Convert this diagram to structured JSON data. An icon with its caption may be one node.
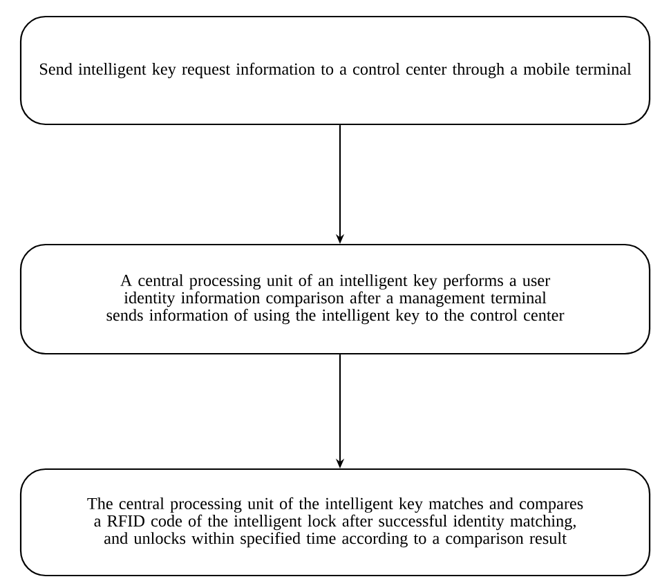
{
  "diagram": {
    "nodes": [
      {
        "text": [
          "Send intelligent key request information to a control center through a mobile terminal"
        ]
      },
      {
        "text": [
          "A central processing unit of an intelligent key performs a user identity information comparison after a management terminal sends information of using the intelligent key to the control center"
        ]
      },
      {
        "text": [
          "The central processing unit of the intelligent key matches and compares a RFID code of the intelligent lock after successful identity matching, and unlocks within specified time according to a comparison result"
        ]
      }
    ],
    "edges": [
      {
        "from": 0,
        "to": 1,
        "arrow": "to"
      },
      {
        "from": 1,
        "to": 2,
        "arrow": "to"
      }
    ]
  }
}
